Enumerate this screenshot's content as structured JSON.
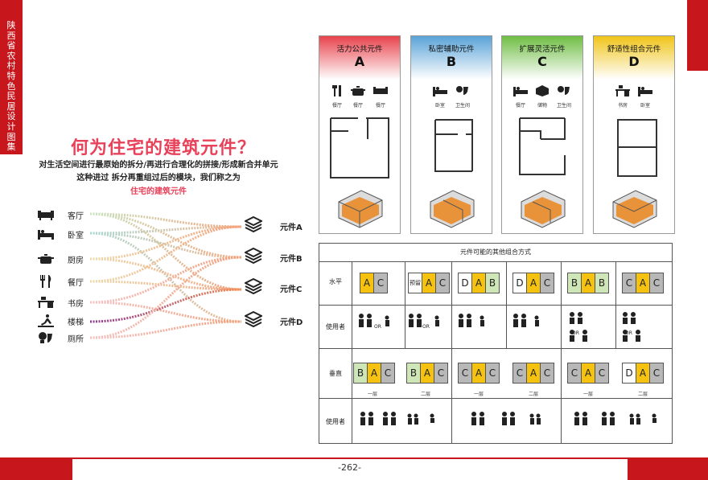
{
  "side_title": "陕西省农村特色民居设计图集",
  "page_number": "-262-",
  "main_title": "何为住宅的建筑元件？",
  "description": [
    "对生活空间进行最原始的拆分/再进行合理化的拼接/形成新合并单元",
    "这种进过 拆分再重组过后的模块，我们称之为"
  ],
  "description_highlight": "住宅的建筑元件",
  "rooms": [
    "客厅",
    "卧室",
    "厨房",
    "餐厅",
    "书房",
    "楼梯",
    "厕所"
  ],
  "elements": [
    "元件A",
    "元件B",
    "元件C",
    "元件D"
  ],
  "cards": [
    {
      "title": "活力公共元件",
      "letter": "A",
      "icons": [
        "餐厅",
        "餐厅",
        "餐厅"
      ],
      "color": "#e8434c"
    },
    {
      "title": "私密辅助元件",
      "letter": "B",
      "icons": [
        "卧室",
        "卫生间"
      ],
      "color": "#5aa3d8"
    },
    {
      "title": "扩展灵活元件",
      "letter": "C",
      "icons": [
        "餐厅",
        "储物",
        "卫生间"
      ],
      "color": "#6fbd44"
    },
    {
      "title": "舒适性组合元件",
      "letter": "D",
      "icons": [
        "书房",
        "卧室"
      ],
      "color": "#f0c419"
    }
  ],
  "table": {
    "caption": "元件可能的其他组合方式",
    "row_labels": [
      "水平",
      "使用者",
      "垂直",
      "使用者"
    ],
    "reserve_label": "预留",
    "floor_labels": [
      "一层",
      "二层",
      "一层",
      "二层",
      "一层",
      "二层"
    ],
    "or_label": "OR",
    "horizontal": [
      [
        "A",
        "C"
      ],
      [
        "预留",
        "A",
        "C"
      ],
      [
        "D",
        "A",
        "B"
      ],
      [
        "D",
        "A",
        "C"
      ],
      [
        "B",
        "A",
        "B"
      ],
      [
        "C",
        "A",
        "C"
      ]
    ],
    "vertical": [
      [
        "B",
        "A",
        "C"
      ],
      [
        "B",
        "A",
        "C"
      ],
      [
        "C",
        "A",
        "C"
      ],
      [
        "C",
        "A",
        "C"
      ],
      [
        "C",
        "A",
        "C"
      ],
      [
        "D",
        "A",
        "C"
      ]
    ]
  },
  "colors": {
    "accent": "#c8161d",
    "title_pink": "#e8415a",
    "A": "#f5c210",
    "B": "#cfe6b8",
    "C": "#b8b8b8"
  }
}
